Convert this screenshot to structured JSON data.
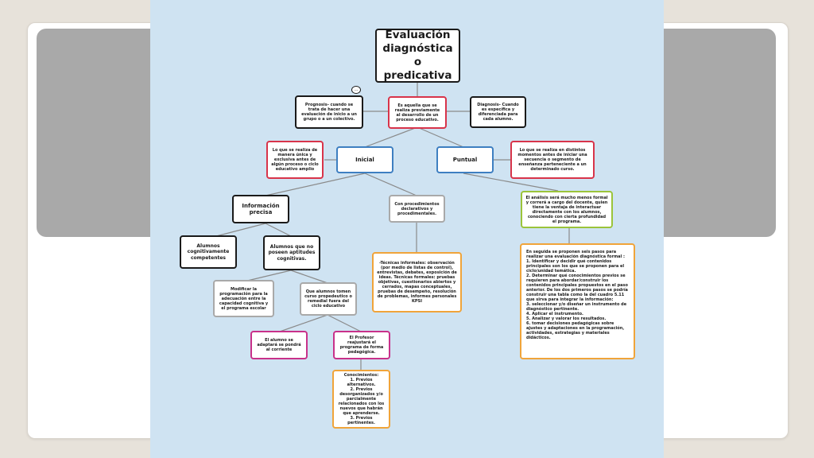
{
  "title": "Evaluación diagnóstica o predicativa",
  "nodes": {
    "prognosis": "Prognosis- cuando se trata de hacer una evaluación de inicio a un grupo o a un colectivo.",
    "definition": "Es aquella que se realiza previamente al desarrollo de un proceso educativo.",
    "diagnosis": "Diagnosis- Cuando es específica y diferenciada para cada alumno.",
    "inicial_desc": "Lo que se realiza de manera única y exclusiva antes de algún proceso o ciclo educativo amplio",
    "inicial": "Inicial",
    "puntual": "Puntual",
    "puntual_desc": "Lo que se realiza en distintos momentos antes de iniciar una secuencia o segmento de enseñanza perteneciente a un determinado curso.",
    "informacion": "Información precisa",
    "procedimientos": "Con procedimientos declarativos y procedimentales.",
    "analisis": "El análisis será mucho menos formal y correrá a cargo del docente, quien tiene la ventaja de interactuar directamente con los alumnos, conociendo con cierta profundidad el programa.",
    "competentes": "Alumnos cognitivamente competentes",
    "no_aptitudes": "Alumnos que no poseen aptitudes cognitivas.",
    "tecnicas": "-Técnicas informales: observación (por medio de listas de control), entrevistas, debates, exposición de ideas. Técnicas formales: pruebas objetivas, cuestionarios abiertos y cerrados, mapas conceptuales, pruebas de desempeño, resolución de problemas, informes personales KPSI",
    "pasos": "En seguida se proponen seis pasos para realizar una evaluación diagnóstica formal :\n1. Identificar y decidir qué contenidos principales son los que se proponen para el ciclo/unidad temática.\n2. Determinar qué conocimientos previos se requieren para abordar/construir los contenidos principales propuestos en el paso anterior. De los dos primeros pasos se podría construir una tabla como la del cuadro 5.11 que sirva para integrar la información:\n3. seleccionar y/o diseñar un instrumento de diagnóstico pertinente.\n4. Aplicar el instrumento.\n5. Analizar y valorar los resultados.\n6. tomar decisiones pedagógicas sobre ajustes y adaptaciones en la programación, actividades, estrategias y materiales didácticos.",
    "modificar": "Modificar la programación para la adecuación entre la capacidad cognitiva y el programa escolar",
    "curso": "Que alumnos tomen curso propedeutico o remedial fuera del ciclo educativo",
    "adaptara": "El alumno se adaptará se pondrá al corriente",
    "profesor": "El Profesor reajustará el programa de forma pedagógica.",
    "conocimientos": "Conocimientos:\n1. Previos alternativos.\n2. Previos desorganizados y/o parcialmente relacionados con los nuevos que habrán que aprenderse.\n3. Previos pertinentes."
  },
  "comment_icon": "speech-bubble-icon",
  "colors": {
    "background": "#e7e2da",
    "band": "#a9a9a9",
    "map_bg": "#cfe3f2",
    "black": "#1a1a1a",
    "red": "#d8344a",
    "blue": "#3e7fc1",
    "green": "#9bc43a",
    "orange": "#f0a43a",
    "magenta": "#c8318a",
    "gray": "#a9a9a9",
    "connector": "#8a8a8a"
  }
}
